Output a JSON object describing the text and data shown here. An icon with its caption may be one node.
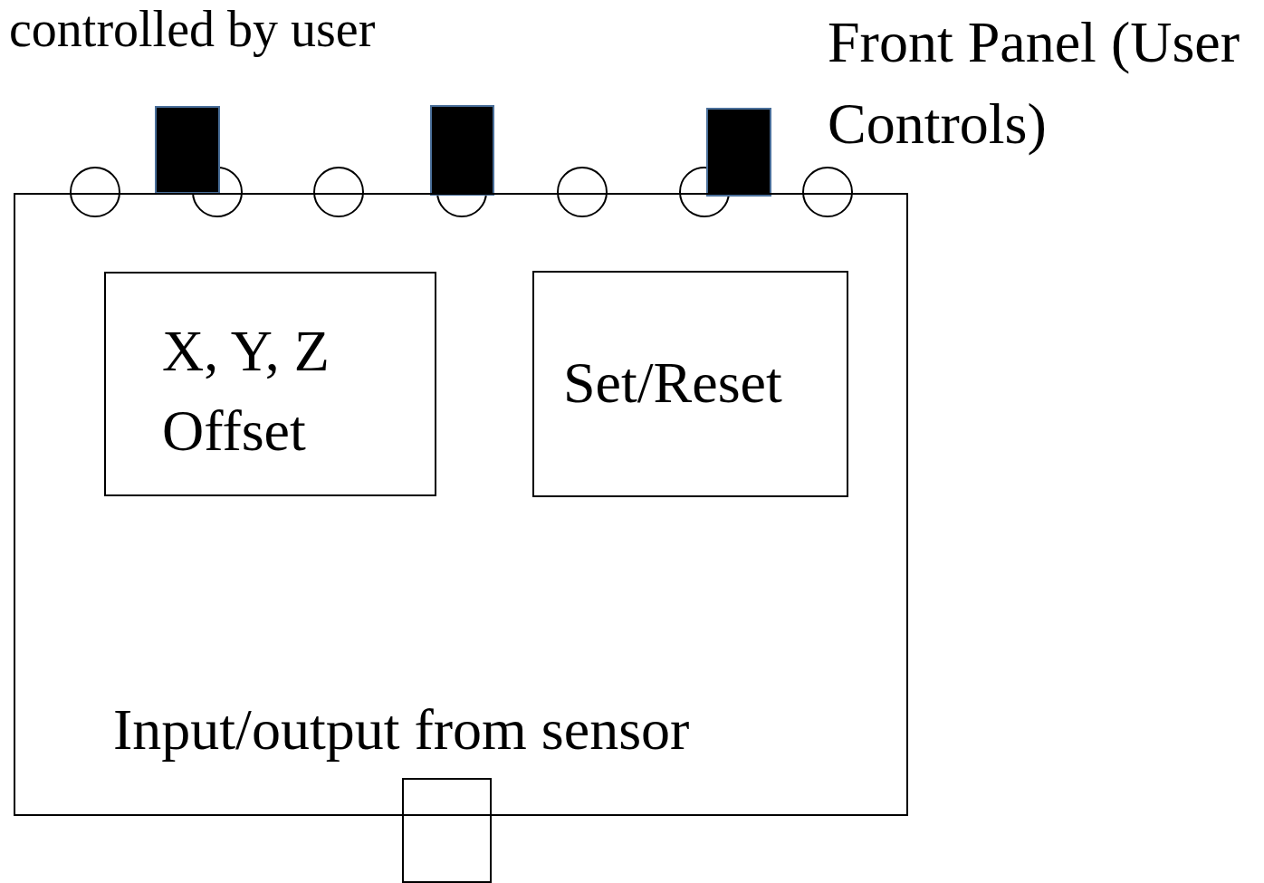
{
  "diagram": {
    "nodes": [
      {
        "text": [
          "Input/output from sensor"
        ]
      },
      {
        "text": [
          "X, Y, Z Offset"
        ],
        "in": 0
      },
      {
        "text": [
          "Set/Reset"
        ],
        "in": 0
      }
    ],
    "labels": [
      "controlled by user",
      "Front Panel (User Controls)"
    ]
  }
}
